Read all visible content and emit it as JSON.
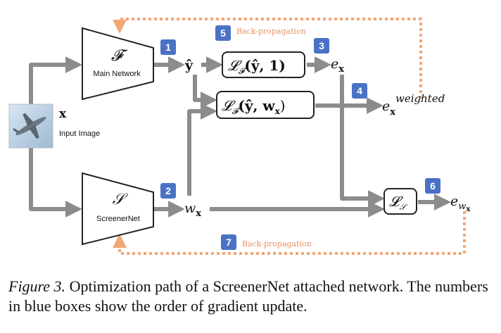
{
  "diagram": {
    "main_network": {
      "symbol": "𝓕",
      "label": "Main Network"
    },
    "screener_net": {
      "symbol": "𝒮",
      "label": "ScreenerNet"
    },
    "input": {
      "symbol": "x",
      "label": "Input Image"
    },
    "y_hat": "ŷ",
    "w_x": "w",
    "w_x_sub": "x",
    "e_x": "e",
    "e_x_sub": "x",
    "e_weighted": "e",
    "e_weighted_sub": "x",
    "e_weighted_sup": "weighted",
    "e_wx": "e",
    "e_wx_sub": "w",
    "e_wx_subsub": "x",
    "loss1": {
      "main": "𝓛",
      "sub": "𝓕",
      "args": "(ŷ, 1)"
    },
    "loss2": {
      "main": "𝓛",
      "sub": "𝓕",
      "args": "(ŷ, w",
      "args_sub": "x",
      "args_end": ")"
    },
    "loss3": {
      "main": "𝓛",
      "sub": "𝒮"
    },
    "steps": [
      "1",
      "2",
      "3",
      "4",
      "5",
      "6",
      "7"
    ],
    "backprop_top": "Back-propagation",
    "backprop_bottom": "Back-propagation",
    "colors": {
      "arrow": "#8c8c8c",
      "badge": "#4a72c4",
      "backprop": "#f2a777",
      "box_border": "#222222"
    }
  },
  "caption": {
    "label": "Figure 3.",
    "text": " Optimization path of a ScreenerNet attached network. The numbers in blue boxes show the order of gradient update."
  }
}
